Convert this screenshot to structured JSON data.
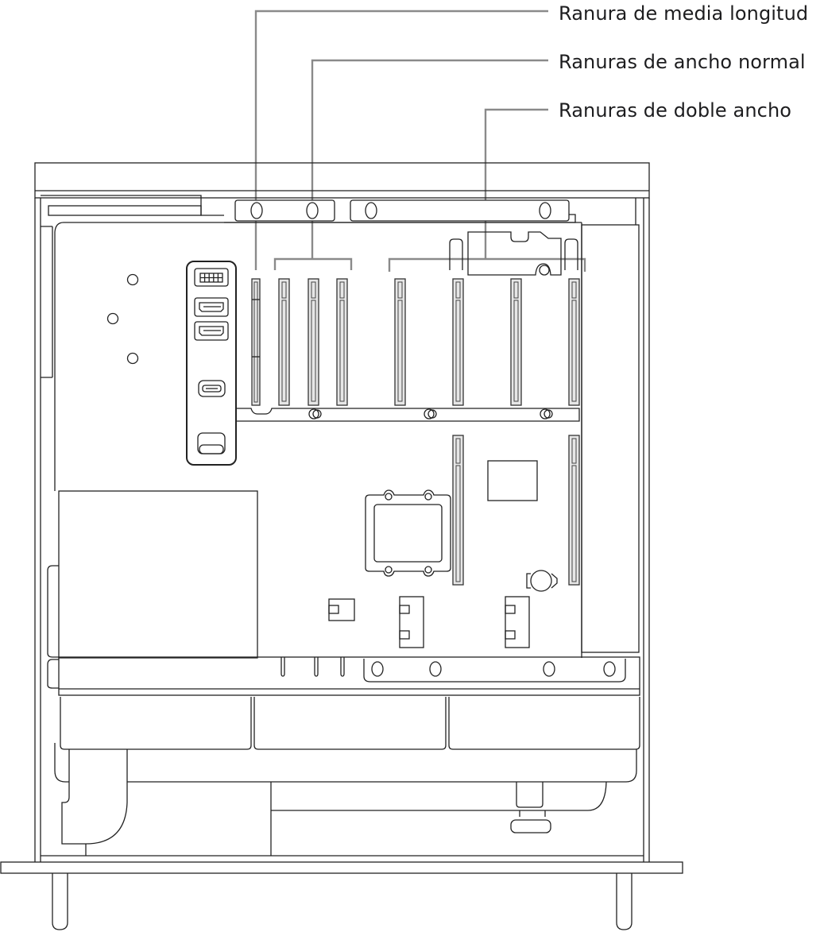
{
  "callouts": [
    {
      "label": "Ranura de media longitud",
      "target": "half-length-slot"
    },
    {
      "label": "Ranuras de ancho normal",
      "target": "single-wide-slots"
    },
    {
      "label": "Ranuras de doble ancho",
      "target": "double-wide-slots"
    }
  ],
  "colors": {
    "line": "#222222",
    "leader": "#8a8a8a",
    "slot_fill": "#e6e6e6",
    "text": "#1d1d1f",
    "background": "#ffffff"
  },
  "slots": {
    "half_length_count": 1,
    "single_wide_count": 3,
    "double_wide_count": 4
  }
}
